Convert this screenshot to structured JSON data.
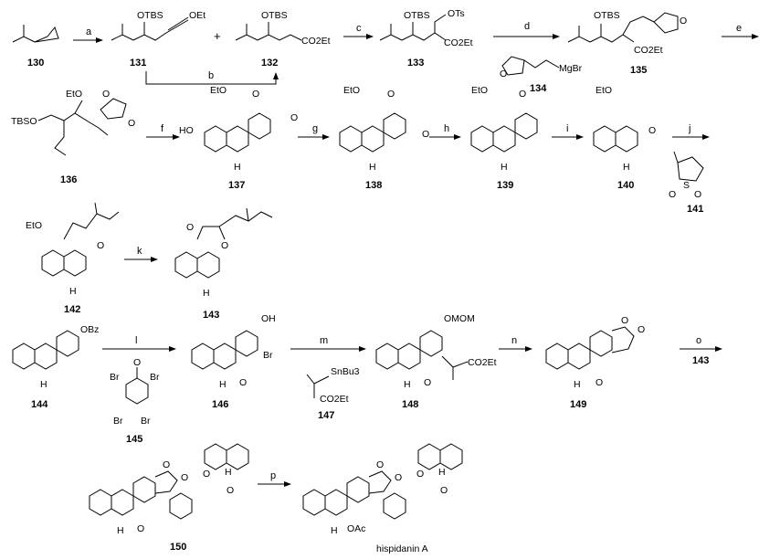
{
  "compounds": {
    "c130": "130",
    "c131": "131",
    "c132": "132",
    "c133": "133",
    "c134": "134",
    "c135": "135",
    "c136": "136",
    "c137": "137",
    "c138": "138",
    "c139": "139",
    "c140": "140",
    "c141": "141",
    "c142": "142",
    "c143": "143",
    "c144": "144",
    "c145": "145",
    "c146": "146",
    "c147": "147",
    "c148": "148",
    "c149": "149",
    "c150": "150",
    "final": "hispidanin A"
  },
  "steps": {
    "a": "a",
    "b": "b",
    "c": "c",
    "d": "d",
    "e": "e",
    "f": "f",
    "g": "g",
    "h": "h",
    "i": "i",
    "j": "j",
    "k": "k",
    "l": "l",
    "m": "m",
    "n": "n",
    "o": "o",
    "o_reagent": "143",
    "p": "p"
  },
  "labels": {
    "otbs": "OTBS",
    "oet": "OEt",
    "plus": "+",
    "co2et": "CO2Et",
    "ots": "OTs",
    "mgbr": "MgBr",
    "eto": "EtO",
    "tbso": "TBSO",
    "ho": "HO",
    "h": "H",
    "o": "O",
    "s": "S",
    "obz": "OBz",
    "oh": "OH",
    "br": "Br",
    "snbu3": "SnBu3",
    "omom": "OMOM",
    "oac": "OAc"
  }
}
